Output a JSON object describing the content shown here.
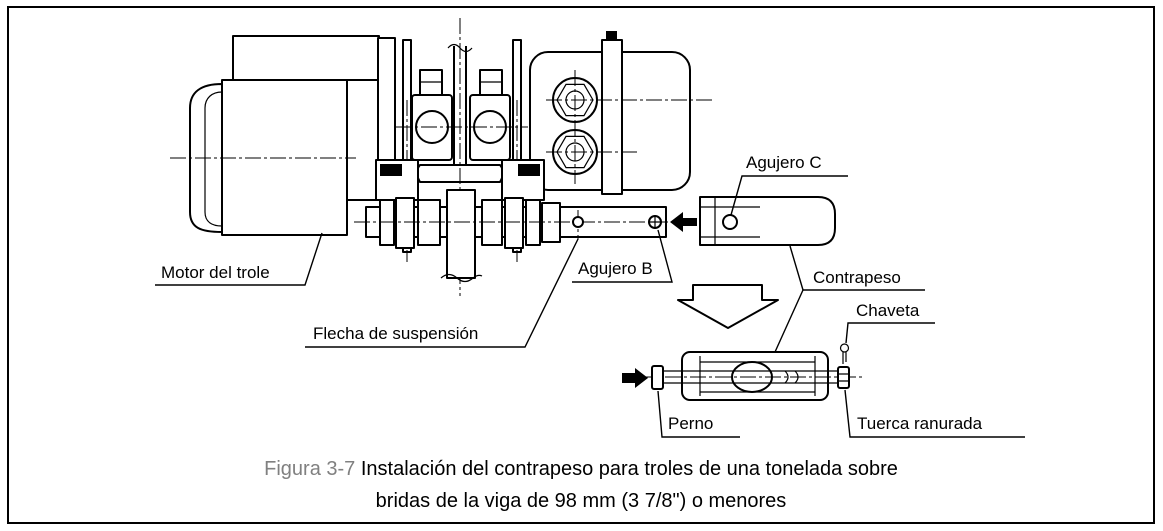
{
  "figure": {
    "number": "Figura 3-7",
    "caption_line1": "Instalación del contrapeso para troles de una tonelada sobre",
    "caption_line2": "bridas de la viga de 98 mm (3 7/8\") o menores"
  },
  "labels": {
    "hole_c": "Agujero C",
    "trolley_motor": "Motor del trole",
    "hole_b": "Agujero B",
    "counterweight": "Contrapeso",
    "cotter_pin": "Chaveta",
    "suspension_shaft": "Flecha de suspensión",
    "bolt": "Perno",
    "slotted_nut": "Tuerca ranurada"
  },
  "icons": {
    "insert_arrow_left": "filled-arrow-left-icon",
    "insert_arrow_right": "filled-arrow-right-icon",
    "step_arrow_down": "hollow-arrow-down-icon"
  },
  "colors": {
    "line": "#000000",
    "caption_number": "#808080",
    "background": "#ffffff"
  }
}
